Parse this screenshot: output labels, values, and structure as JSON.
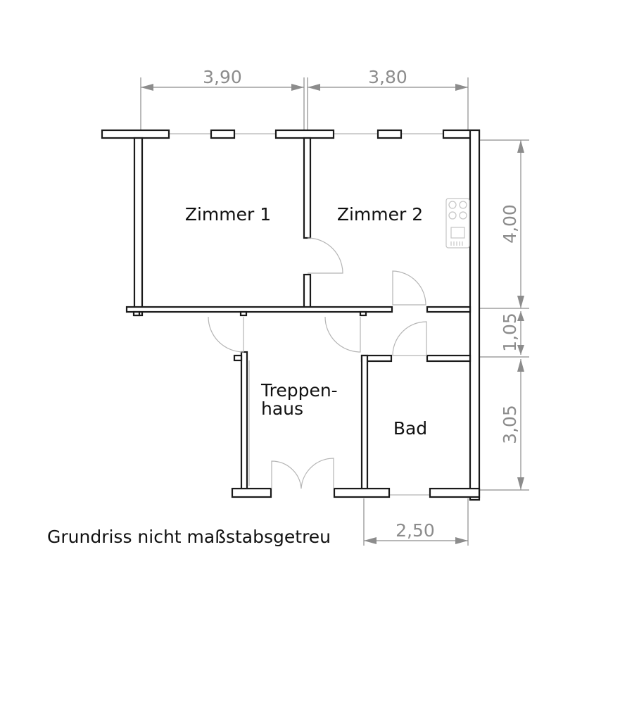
{
  "rooms": {
    "zimmer1": "Zimmer 1",
    "zimmer2": "Zimmer 2",
    "treppenhaus_line1": "Treppen-",
    "treppenhaus_line2": "haus",
    "bad": "Bad"
  },
  "dimensions": {
    "top_left": "3,90",
    "top_right": "3,80",
    "right_top": "4,00",
    "right_middle": "1,05",
    "right_bottom": "3,05",
    "bottom": "2,50"
  },
  "note": "Grundriss nicht maßstabsgetreu"
}
